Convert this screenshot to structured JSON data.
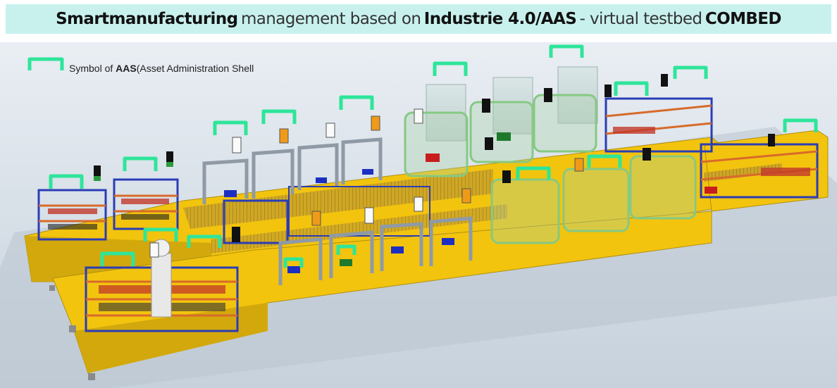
{
  "title": {
    "part1": "Smart",
    "part2": "manufacturing",
    "part3": "management based on",
    "part4": "Industrie 4.0/AAS",
    "part5": "- virtual testbed",
    "part6": "COMBED"
  },
  "legend": {
    "prefix": "Symbol of ",
    "abbr": "AAS",
    "text": "(Asset Administration Shell",
    "icon": "aas-bracket-icon"
  },
  "colors": {
    "title_bg": "#c8f1ee",
    "aas_symbol": "#2ee59a",
    "platform": "#e0b514",
    "rack_frame": "#2a3db5",
    "shelf": "#d86a2a",
    "floor": "#c9d4de",
    "cell_glass": "#a9d4a9"
  }
}
